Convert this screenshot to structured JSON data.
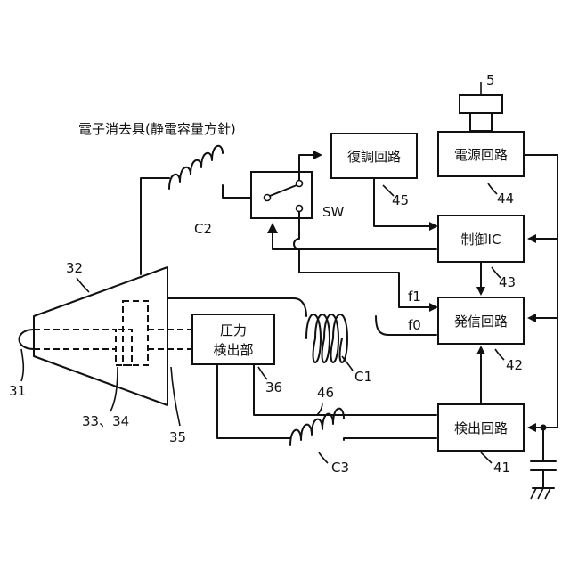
{
  "title": "電子消去具(静電容量方針)",
  "blocks": {
    "demod": "復調回路",
    "power": "電源回路",
    "control": "制御IC",
    "transmit": "発信回路",
    "detect": "検出回路",
    "pressure_line1": "圧力",
    "pressure_line2": "検出部"
  },
  "components": {
    "switch": "SW",
    "coil_c1": "C1",
    "coil_c2": "C2",
    "coil_c3": "C3"
  },
  "signals": {
    "f1": "f1",
    "f0": "f0"
  },
  "refs": {
    "battery": "5",
    "demod": "45",
    "power": "44",
    "control": "43",
    "transmit": "42",
    "detect": "41",
    "pressure": "36",
    "line": "46",
    "tip": "31",
    "body": "32",
    "electrodes": "33、34",
    "shield": "35"
  }
}
